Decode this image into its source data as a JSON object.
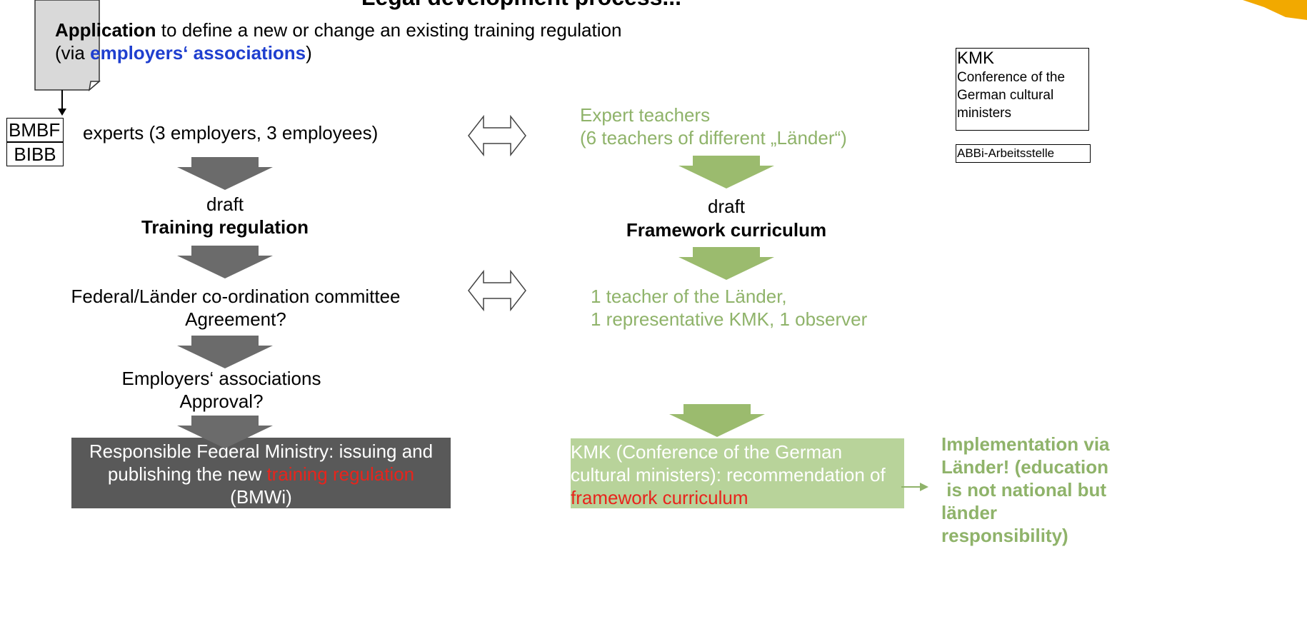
{
  "title": "Legal development process...",
  "application": {
    "bold": "Application",
    "line1_rest": " to define a new or change an existing training regulation",
    "line2_pre": "(via ",
    "line2_link": "employers‘ associations",
    "line2_post": ")"
  },
  "left_boxes": {
    "bmbf": "BMBF",
    "bibb": "BIBB"
  },
  "left": {
    "experts": "experts (3 employers, 3 employees)",
    "draft": "draft",
    "draft_title": "Training regulation",
    "committee_line1": "Federal/Länder co-ordination committee",
    "committee_line2": "Agreement?",
    "assoc_line1": "Employers‘ associations",
    "assoc_line2": "Approval?",
    "ministry_line1": "Responsible Federal Ministry: issuing and",
    "ministry_line2_pre": "publishing the new ",
    "ministry_line2_red": "training regulation",
    "ministry_line3": "(BMWi)"
  },
  "right": {
    "expert_teachers_line1": "Expert teachers",
    "expert_teachers_line2": "(6 teachers of different „Länder“)",
    "draft": "draft",
    "draft_title": "Framework curriculum",
    "teacher_line1": "1 teacher of the Länder,",
    "teacher_line2": "1 representative KMK, 1 observer",
    "kmk_line1": "KMK (Conference of the German",
    "kmk_line2": "cultural ministers): recommendation of",
    "kmk_line3_red": "framework curriculum"
  },
  "implementation": {
    "line1": "Implementation via",
    "line2": "Länder! (education",
    "line3": " is not national but",
    "line4": "länder",
    "line5": "responsibility)"
  },
  "kmk_box": {
    "title": "KMK",
    "line1": "Conference of the",
    "line2": "German cultural",
    "line3": "ministers"
  },
  "abbi_box": "ABBi-Arbeitsstelle",
  "colors": {
    "gray_arrow": "#6b6b6b",
    "green_arrow": "#9bbb6e",
    "green_text": "#8fb36a",
    "ministry_box": "#595959",
    "kmk_fill": "#b8d39a",
    "red": "#e8241c",
    "blue": "#1f3fcf",
    "orange": "#f2a900"
  }
}
